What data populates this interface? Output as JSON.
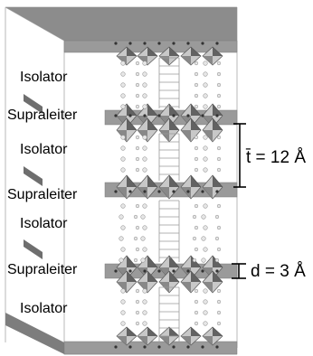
{
  "labels": {
    "isolator_1": "Isolator",
    "supraleiter_1": "Supraleiter",
    "isolator_2": "Isolator",
    "supraleiter_2": "Supraleiter",
    "isolator_3": "Isolator",
    "supraleiter_3": "Supraleiter",
    "isolator_4": "Isolator"
  },
  "dimensions": {
    "period": "t̄ = 12 Å",
    "thickness": "d = 3 Å"
  },
  "colors": {
    "slab_top": "#8c8c8c",
    "slab_side": "#6e6e6e",
    "slab_front": "#9a9a9a",
    "outline": "#b5b5b5",
    "octahedron_light": "#c8c8c8",
    "octahedron_dark": "#505050"
  }
}
